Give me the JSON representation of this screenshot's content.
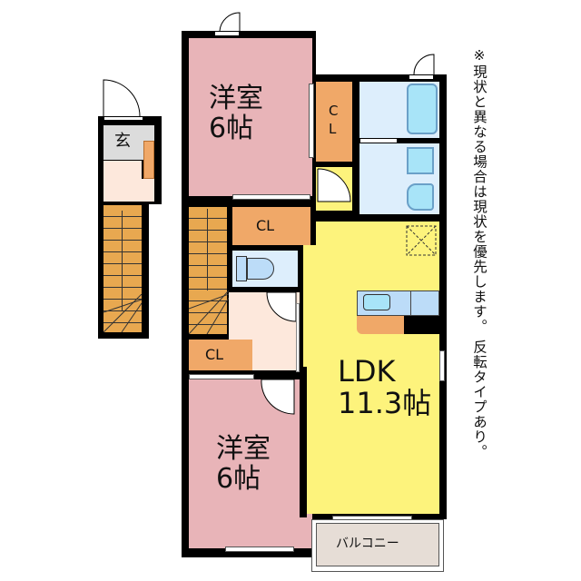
{
  "floor_plan": {
    "rooms": {
      "entrance": {
        "label": "玄"
      },
      "western_room_1": {
        "label": "洋室\n6帖",
        "name": "洋室",
        "size": "6帖"
      },
      "western_room_2": {
        "label": "洋室\n6帖",
        "name": "洋室",
        "size": "6帖"
      },
      "ldk": {
        "label": "LDK\n11.3帖",
        "name": "LDK",
        "size": "11.3帖"
      },
      "closet_1": {
        "label": "C\nL"
      },
      "closet_2": {
        "label": "CL"
      },
      "closet_3": {
        "label": "CL"
      },
      "balcony": {
        "label": "バルコニー"
      }
    },
    "note": "※現状と異なる場合は現状を優先します。 反転タイプあり。"
  },
  "colors": {
    "western_room": "#e8b4b8",
    "ldk": "#fdf37c",
    "closet": "#f0a868",
    "stairs": "#e8a850",
    "wet_area": "#ddeefc",
    "fixture": "#a8e4f8",
    "hall": "#fde8dc",
    "entrance": "#dcdcdc",
    "balcony": "#e6ddd6",
    "wall": "#000000"
  }
}
